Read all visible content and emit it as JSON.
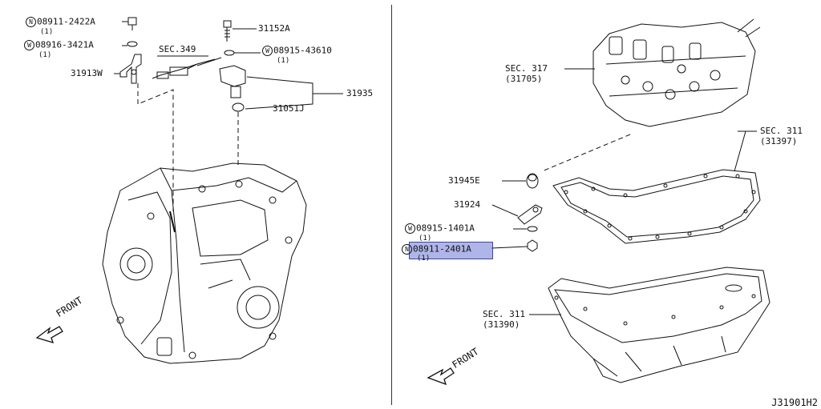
{
  "diagram_id": "J31901H2",
  "highlight_color": "#7a84d8",
  "left_panel": {
    "parts": [
      {
        "symbol": "N",
        "number": "08911-2422A",
        "qty": "(1)"
      },
      {
        "symbol": "W",
        "number": "08916-3421A",
        "qty": "(1)"
      },
      {
        "number": "SEC.349"
      },
      {
        "number": "31913W"
      },
      {
        "number": "31152A"
      },
      {
        "symbol": "W",
        "number": "08915-43610",
        "qty": "(1)"
      },
      {
        "number": "31935"
      },
      {
        "number": "31051J"
      }
    ],
    "front_label": "FRONT"
  },
  "right_panel": {
    "parts": [
      {
        "number": "SEC. 317",
        "sub": "(31705)"
      },
      {
        "number": "SEC. 311",
        "sub": "(31397)"
      },
      {
        "number": "31945E"
      },
      {
        "number": "31924"
      },
      {
        "symbol": "W",
        "number": "08915-1401A",
        "qty": "(1)"
      },
      {
        "symbol": "N",
        "number": "08911-2401A",
        "qty": "(1)",
        "highlighted": true
      },
      {
        "number": "SEC. 311",
        "sub": "(31390)"
      }
    ],
    "front_label": "FRONT"
  }
}
